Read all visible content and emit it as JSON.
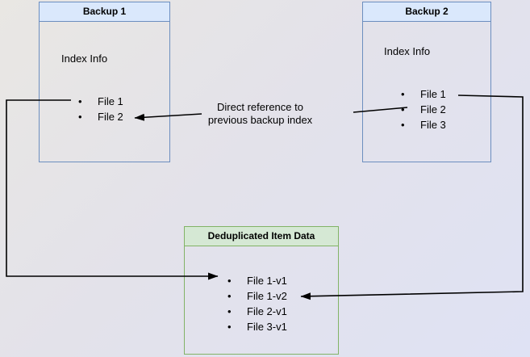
{
  "diagram": {
    "backup1": {
      "title": "Backup 1",
      "body_label": "Index Info",
      "files": [
        "File 1",
        "File 2"
      ]
    },
    "backup2": {
      "title": "Backup 2",
      "body_label": "Index Info",
      "files": [
        "File 1",
        "File 2",
        "File 3"
      ]
    },
    "dedup": {
      "title": "Deduplicated Item Data",
      "files": [
        "File 1-v1",
        "File 1-v2",
        "File 2-v1",
        "File 3-v1"
      ]
    },
    "annotation": {
      "line1": "Direct reference to",
      "line2": "previous backup index"
    },
    "bullet": "•",
    "colors": {
      "blue_border": "#6c8ebf",
      "blue_header_fill": "#dae8fc",
      "green_border": "#82b366",
      "green_header_fill": "#d5e8d4",
      "arrow": "#000000",
      "background_from": "#e9e7e3",
      "background_to": "#dfe2f4"
    }
  }
}
